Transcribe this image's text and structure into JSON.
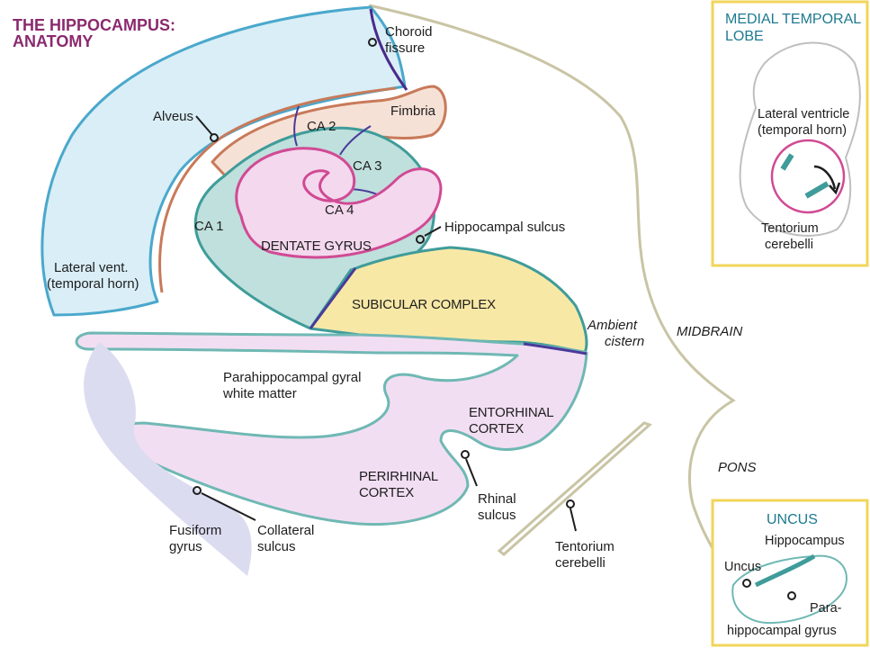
{
  "title": {
    "line1": "THE HIPPOCAMPUS:",
    "line2": "ANATOMY"
  },
  "labels": {
    "choroid_fissure": [
      "Choroid",
      "fissure"
    ],
    "alveus": "Alveus",
    "fimbria": "Fimbria",
    "ca1": "CA 1",
    "ca2": "CA 2",
    "ca3": "CA 3",
    "ca4": "CA 4",
    "dentate_gyrus": "DENTATE GYRUS",
    "hippocampal_sulcus": "Hippocampal sulcus",
    "lateral_vent": [
      "Lateral vent.",
      "(temporal horn)"
    ],
    "subicular_complex": "SUBICULAR COMPLEX",
    "ambient_cistern": [
      "Ambient",
      "cistern"
    ],
    "midbrain": "MIDBRAIN",
    "parahippocampal_white_matter": [
      "Parahippocampal gyral",
      "white matter"
    ],
    "entorhinal_cortex": [
      "ENTORHINAL",
      "CORTEX"
    ],
    "perirhinal_cortex": [
      "PERIRHINAL",
      "CORTEX"
    ],
    "rhinal_sulcus": [
      "Rhinal",
      "sulcus"
    ],
    "tentorium_cerebelli": [
      "Tentorium",
      "cerebelli"
    ],
    "pons": "PONS",
    "fusiform_gyrus": [
      "Fusiform",
      "gyrus"
    ],
    "collateral_sulcus": [
      "Collateral",
      "sulcus"
    ]
  },
  "inset_medial": {
    "title": [
      "MEDIAL TEMPORAL",
      "LOBE"
    ],
    "lateral_ventricle": [
      "Lateral ventricle",
      "(temporal horn)"
    ],
    "tentorium": [
      "Tentorium",
      "cerebelli"
    ]
  },
  "inset_uncus": {
    "title": "UNCUS",
    "hippocampus": "Hippocampus",
    "uncus": "Uncus",
    "parahippocampal": [
      "Para-",
      "hippocampal gyrus"
    ]
  },
  "colors": {
    "title": "#8a2a6e",
    "ventricle_fill": "#d9eef6",
    "ventricle_line": "#4aa8cc",
    "alveus_line": "#c87a5a",
    "fimbria_fill": "#f6e1d6",
    "ca_fill": "#bfe0dc",
    "ca_line": "#3f9c9a",
    "dentate_fill": "#f4d8ee",
    "dentate_line": "#d04a94",
    "subiculum_fill": "#f8e8a6",
    "parahippo_fill": "#f2def2",
    "fusiform_fill": "#dcdcf1",
    "midline_line": "#c9c4a4",
    "inset_border": "#f2d55a"
  }
}
